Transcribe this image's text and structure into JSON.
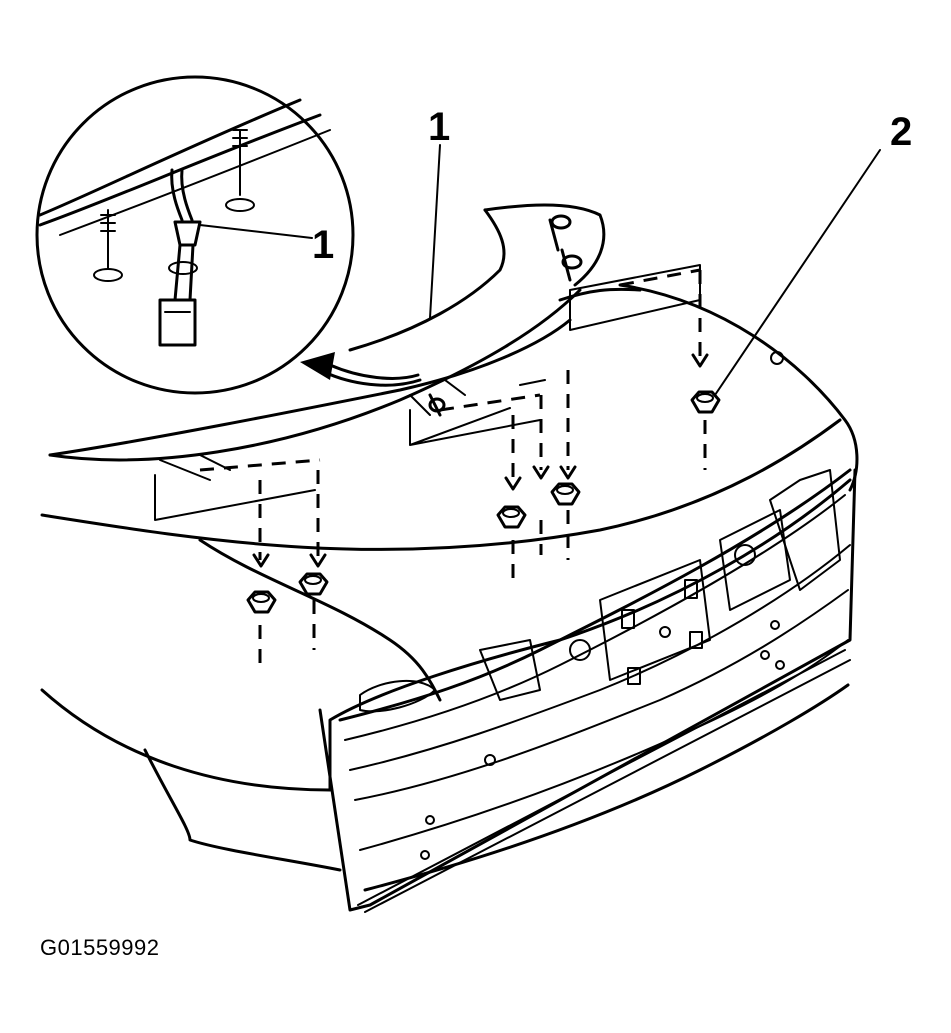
{
  "callouts": {
    "spoiler_label": "1",
    "detail_label": "1",
    "nut_label": "2"
  },
  "figure_id": "G01559992",
  "colors": {
    "line": "#000000",
    "background": "#ffffff"
  }
}
